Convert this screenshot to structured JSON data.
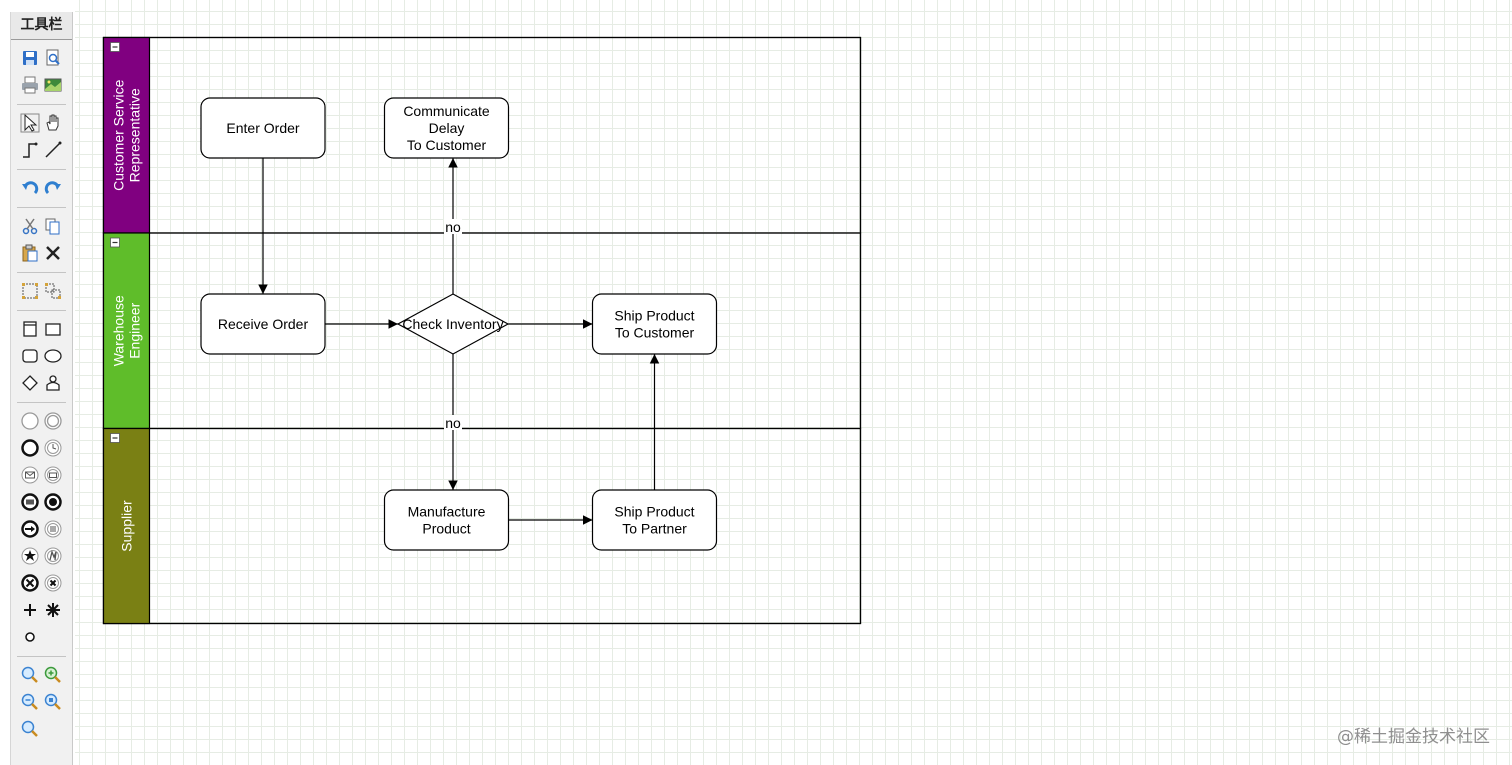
{
  "toolbar": {
    "title": "工具栏",
    "groups": [
      [
        "save",
        "print-preview",
        "print",
        "export-image"
      ],
      [
        "select",
        "pan",
        "orthogonal-connector",
        "straight-connector"
      ],
      [
        "undo",
        "redo"
      ],
      [
        "cut",
        "copy",
        "paste",
        "delete"
      ],
      [
        "group",
        "ungroup"
      ],
      [
        "swimlane",
        "rectangle",
        "rounded-rectangle",
        "ellipse",
        "diamond",
        "actor"
      ],
      [
        "start-event",
        "intermediate-event",
        "end-event",
        "timer-event",
        "message-event",
        "message-event-alt",
        "message-throw",
        "terminate-event",
        "link-event",
        "multiple-event",
        "multiple-throw-event",
        "escalation-event",
        "cancel-event",
        "error-event",
        "parallel-gateway",
        "complex-gateway",
        "small-event"
      ],
      [
        "zoom-in",
        "zoom-in-alt",
        "zoom-out",
        "zoom-actual",
        "zoom-fit"
      ]
    ]
  },
  "diagram": {
    "lanes": [
      {
        "label_lines": [
          "Customer Service",
          "Representative"
        ],
        "color": "#800080"
      },
      {
        "label_lines": [
          "Warehouse",
          "Engineer"
        ],
        "color": "#5fbd2a"
      },
      {
        "label_lines": [
          "Supplier"
        ],
        "color": "#7a8014"
      }
    ],
    "nodes": [
      {
        "id": "enter",
        "lines": [
          "Enter Order"
        ]
      },
      {
        "id": "delay",
        "lines": [
          "Communicate",
          "Delay",
          "To Customer"
        ]
      },
      {
        "id": "receive",
        "lines": [
          "Receive Order"
        ]
      },
      {
        "id": "check",
        "lines": [
          "Check Inventory"
        ]
      },
      {
        "id": "ship-customer",
        "lines": [
          "Ship Product",
          "To Customer"
        ]
      },
      {
        "id": "manufacture",
        "lines": [
          "Manufacture",
          "Product"
        ]
      },
      {
        "id": "ship-partner",
        "lines": [
          "Ship Product",
          "To Partner"
        ]
      }
    ],
    "edges": [
      {
        "from": "enter",
        "to": "receive",
        "label": ""
      },
      {
        "from": "receive",
        "to": "check",
        "label": ""
      },
      {
        "from": "check",
        "to": "delay",
        "label": "no"
      },
      {
        "from": "check",
        "to": "ship-customer",
        "label": ""
      },
      {
        "from": "check",
        "to": "manufacture",
        "label": "no"
      },
      {
        "from": "manufacture",
        "to": "ship-partner",
        "label": ""
      },
      {
        "from": "ship-partner",
        "to": "ship-customer",
        "label": ""
      }
    ]
  },
  "watermark": "@稀土掘金技术社区"
}
